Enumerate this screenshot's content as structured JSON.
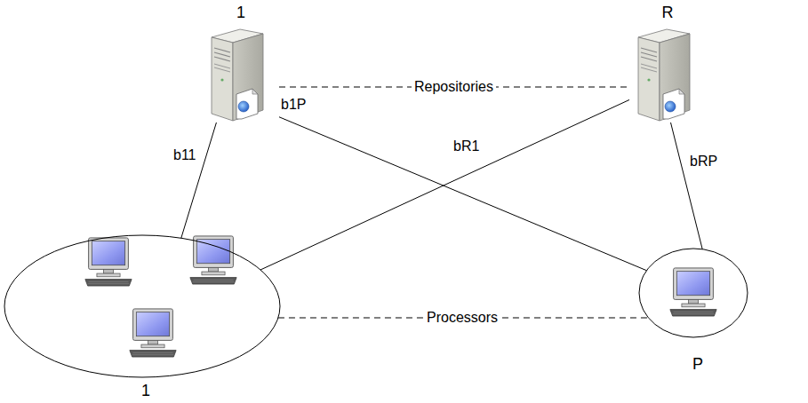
{
  "diagram": {
    "nodes": [
      {
        "text": [
          "1"
        ]
      },
      {
        "text": [
          "R"
        ]
      },
      {
        "text": [
          "1"
        ]
      },
      {
        "text": [
          "P"
        ]
      }
    ],
    "edges": [
      {
        "from": 0,
        "to": 1,
        "arrow": "none",
        "label": "Repositories"
      },
      {
        "from": 2,
        "to": 3,
        "arrow": "none",
        "label": "Processors"
      },
      {
        "from": 0,
        "to": 2,
        "arrow": "none",
        "label": "b11"
      },
      {
        "from": 0,
        "to": 3,
        "arrow": "none",
        "label": "b1P"
      },
      {
        "from": 1,
        "to": 2,
        "arrow": "none",
        "label": "bR1"
      },
      {
        "from": 1,
        "to": 3,
        "arrow": "none",
        "label": "bRP"
      }
    ]
  }
}
